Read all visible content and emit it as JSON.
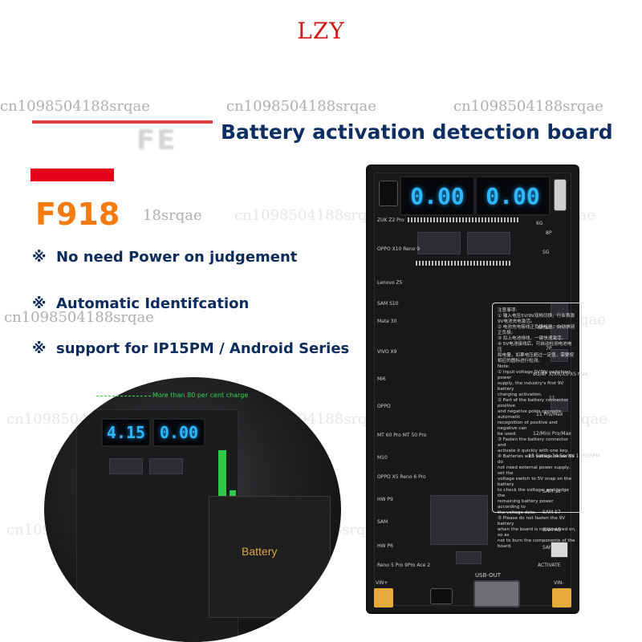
{
  "brand": "LZY",
  "watermark": "cn1098504188srqae",
  "watermark_partial": {
    "w2": "cn1098504188srqae",
    "w3": "cn1098504188srqae",
    "w4": "18srqae",
    "w5": "cn1098504188srqae",
    "w6": "cn1098504188srqae",
    "w7": "cn1098504188srqae",
    "w8": "cn1098504188srqae",
    "w9": "cn1098504188srqae",
    "w10": "cn1098504188srqae",
    "w11": "cn1098504188srqae",
    "w12": "cn1098504188srqae",
    "w13": "cn1098504188srqae"
  },
  "ghost_text": "FE",
  "headline": "Battery activation detection board",
  "model": "F918",
  "feature_mark": "※",
  "features": [
    "No need Power on judgement",
    "Automatic Identifcation",
    "support for IP15PM / Android Series"
  ],
  "board": {
    "display_left": "0.00",
    "display_right": "0.00",
    "labels_left": [
      "ZUK Z2 Pro",
      "OPPO X10 Reno 9",
      "Lenovo Z5",
      "SAM S10",
      "Mate 30",
      "VIVO X9",
      "Mi6",
      "OPPO",
      "MT 60 Pro MT 50 Pro",
      "M10",
      "OPPO X5 Reno 6 Pro",
      "HW P9",
      "SAM",
      "HW P6",
      "Reno 5 Pro 9Pro Ace 2"
    ],
    "labels_right": [
      "6G",
      "8P",
      "SG",
      "6P/6S 5S/6SP",
      "7P",
      "8G/8P X/XR/XS XS Max",
      "11",
      "11 Pro/Max",
      "12/Mini Pro/Max",
      "13 Series 14 Series 15P/15PM",
      "SAM S6",
      "SAM S7",
      "SAM A5",
      "SAM S9",
      "ACTIVATE"
    ],
    "usb_out": "USB-OUT",
    "vin_left": "VIN+",
    "vin_right": "VIN-",
    "note_text": "注意事项:\n① 输入电压5V/9V双档切换，行业首款\n9V电池充电激活。\n② 电池充电接线正负极检测，自动识别\n正负极。\n③ 扣上电池排线，一键快速激活。\n④ 5V电池接线后，可自动检测电池电压\n和电量，如果电压超过一定值，需要按\n相应的图标进行检测。\nNote:\n① Input voltage 5V/9V switching power\nsupply, the industry's first 9V battery\ncharging activation.\n② Part of the battery connector positive\nand negative poles opposite, automatic\nrecognition of positive and negative can\nbe used.\n③ Fasten the battery connector and\nactivate it quickly with one key.\n④ Batteries with voltage below 5V do\nnot need external power supply, set the\nvoltage switch to 5V snap on the battery\nto check the voltage, and judge the\nremaining battery power according to\nthe voltage data.\n⑤ Please do not fasten the 9V battery\nwhen the board is not powered on, so as\nnot to burn the components of the board."
  },
  "photo": {
    "display_left": "4.15",
    "display_right": "0.00",
    "charge_note": "More than 80 per cent charge",
    "battery_label": "Battery"
  },
  "colors": {
    "brand": "#d01818",
    "headline": "#0f2f63",
    "model": "#f27c12",
    "red_bar": "#e4001b",
    "lcd_digits": "#2fb7ff",
    "charge_note": "#33d54a"
  }
}
